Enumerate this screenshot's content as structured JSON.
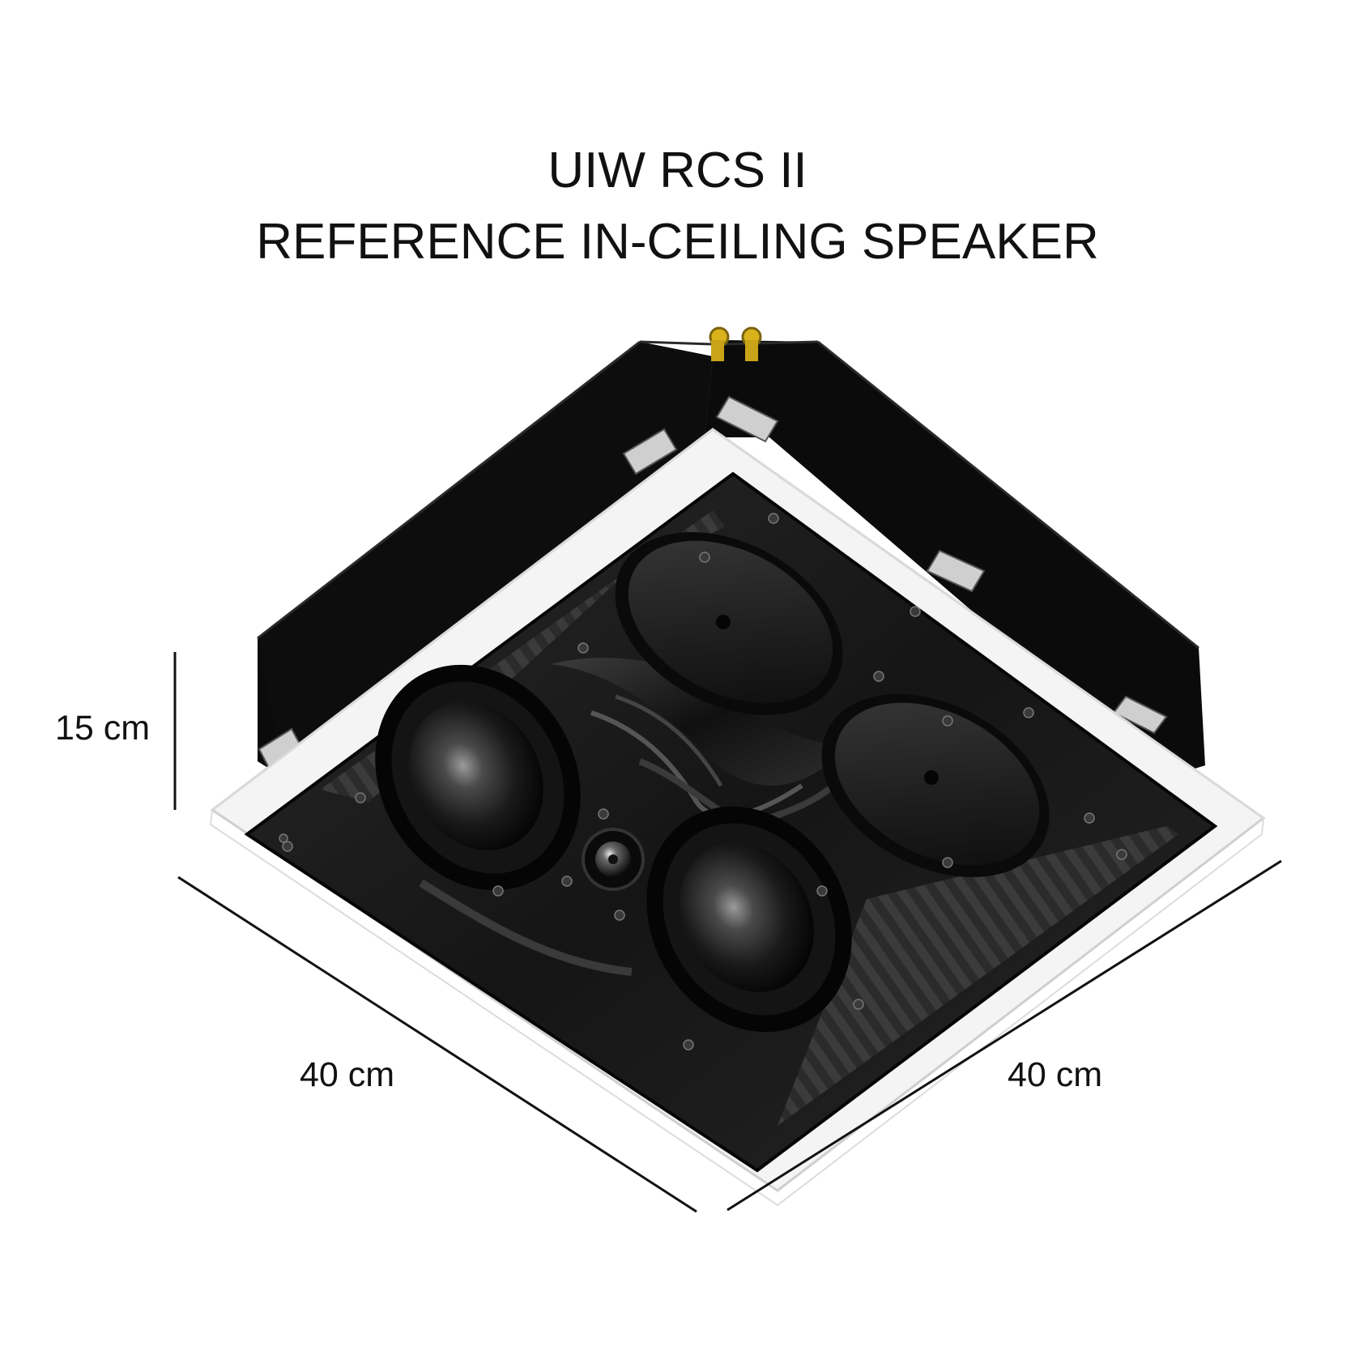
{
  "title": {
    "line1": "UIW RCS II",
    "line2": "REFERENCE IN-CEILING SPEAKER"
  },
  "dimensions": {
    "height": "15 cm",
    "depth_left": "40 cm",
    "width_right": "40 cm"
  },
  "colors": {
    "background": "#ffffff",
    "enclosure": "#0b0b0b",
    "bezel": "#f2f2f2",
    "baffle": "#1a1a1a",
    "foam": "#3a3a3a",
    "terminal_gold": "#d9b21c",
    "line": "#111111"
  }
}
